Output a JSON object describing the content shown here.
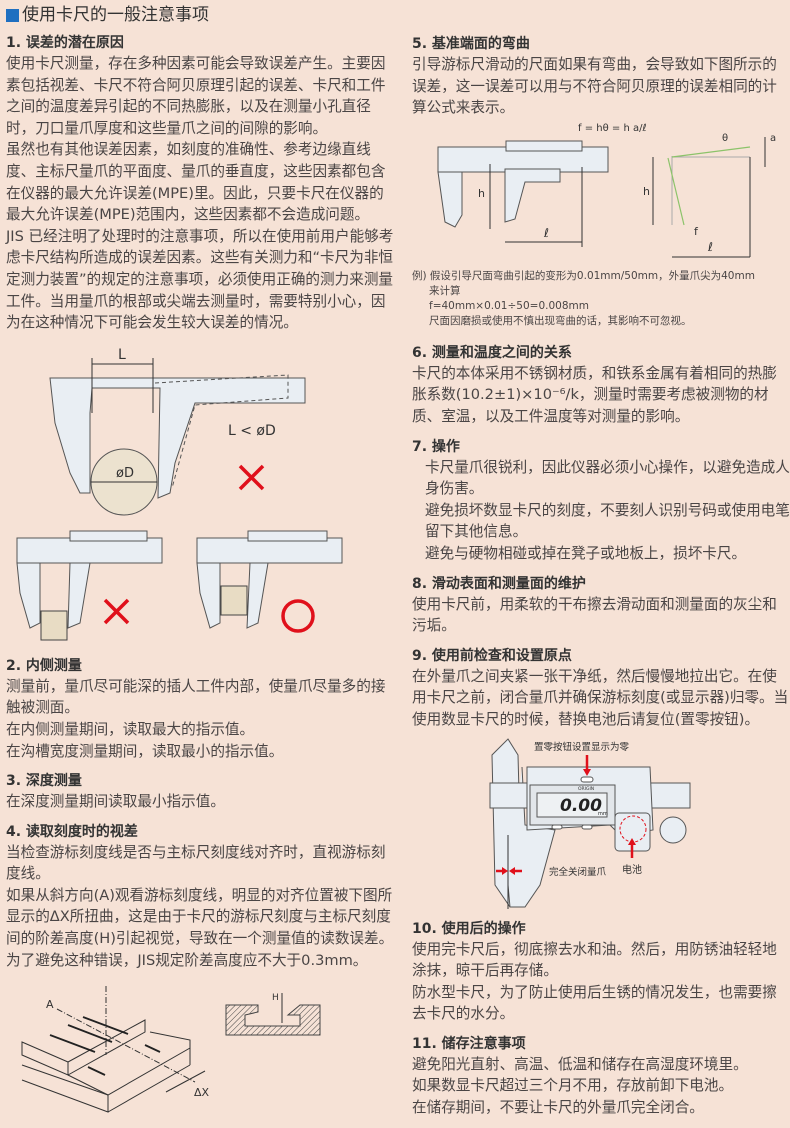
{
  "title": "使用卡尺的一般注意事项",
  "colors": {
    "accent": "#1f6fc0",
    "background": "#f6e2d6",
    "warning_red": "#e0101b",
    "green_line": "#8cc36a"
  },
  "sections": {
    "s1": {
      "heading": "1. 误差的潜在原因",
      "paragraphs": [
        "使用卡尺测量，存在多种因素可能会导致误差产生。主要因素包括视差、卡尺不符合阿贝原理引起的误差、卡尺和工件之间的温度差异引起的不同热膨胀，以及在测量小孔直径时，刀口量爪厚度和这些量爪之间的间隙的影响。",
        "虽然也有其他误差因素，如刻度的准确性、参考边缘直线度、主标尺量爪的平面度、量爪的垂直度，这些因素都包含在仪器的最大允许误差(MPE)里。因此，只要卡尺在仪器的最大允许误差(MPE)范围内，这些因素都不会造成问题。",
        "JIS 已经注明了处理时的注意事项，所以在使用前用户能够考虑卡尺结构所造成的误差因素。这些有关测力和“卡尺为非恒定测力装置”的规定的注意事项，必须使用正确的测力来测量工件。当用量爪的根部或尖端去测量时，需要特别小心，因为在这种情况下可能会发生较大误差的情况。"
      ],
      "figure": {
        "label_L": "L",
        "label_D": "øD",
        "label_cond": "L < øD"
      }
    },
    "s2": {
      "heading": "2. 内侧测量",
      "paragraphs": [
        "测量前，量爪尽可能深的插人工件内部，使量爪尽量多的接触被测面。",
        "在内侧测量期间，读取最大的指示值。",
        "在沟槽宽度测量期间，读取最小的指示值。"
      ]
    },
    "s3": {
      "heading": "3. 深度测量",
      "paragraphs": [
        "在深度测量期间读取最小指示值。"
      ]
    },
    "s4": {
      "heading": "4. 读取刻度时的视差",
      "paragraphs": [
        "当检查游标刻度线是否与主标尺刻度线对齐时，直视游标刻度线。",
        "如果从斜方向(A)观看游标刻度线，明显的对齐位置被下图所显示的ΔX所扭曲，这是由于卡尺的游标尺刻度与主标尺刻度间的阶差高度(H)引起视觉，导致在一个测量值的读数误差。为了避免这种错误，JIS规定阶差高度应不大于0.3mm。"
      ],
      "figure": {
        "label_A": "A",
        "label_dx": "ΔX",
        "label_H": "H"
      }
    },
    "s5": {
      "heading": "5. 基准端面的弯曲",
      "paragraphs": [
        "引导游标尺滑动的尺面如果有弯曲，会导致如下图所示的误差，这一误差可以用与不符合阿贝原理的误差相同的计算公式来表示。"
      ],
      "figure": {
        "formula": "f = hθ = h a/ℓ",
        "label_h": "h",
        "label_l": "ℓ",
        "label_theta": "θ",
        "label_a": "a",
        "label_f": "f"
      },
      "example": [
        "例) 假设引导尺面弯曲引起的变形为0.01mm/50mm，外量爪尖为40mm",
        "来计算",
        "f=40mm×0.01÷50=0.008mm",
        "尺面因磨损或使用不慎出现弯曲的话，其影响不可忽视。"
      ]
    },
    "s6": {
      "heading": "6. 测量和温度之间的关系",
      "paragraphs": [
        "卡尺的本体采用不锈钢材质，和铁系金属有着相同的热膨胀系数(10.2±1)×10⁻⁶/k，测量时需要考虑被测物的材质、室温，以及工件温度等对测量的影响。"
      ]
    },
    "s7": {
      "heading": "7. 操作",
      "paragraphs": [
        "卡尺量爪很锐利，因此仪器必须小心操作，以避免造成人身伤害。",
        "避免损坏数显卡尺的刻度，不要刻人识别号码或使用电笔留下其他信息。",
        "避免与硬物相碰或掉在凳子或地板上，损坏卡尺。"
      ]
    },
    "s8": {
      "heading": "8. 滑动表面和测量面的维护",
      "paragraphs": [
        "使用卡尺前，用柔软的干布擦去滑动面和测量面的灰尘和污垢。"
      ]
    },
    "s9": {
      "heading": "9. 使用前检查和设置原点",
      "paragraphs": [
        "在外量爪之间夹紧一张干净纸，然后慢慢地拉出它。在使用卡尺之前，闭合量爪并确保游标刻度(或显示器)归零。当使用数显卡尺的时候，替换电池后请复位(置零按钮)。"
      ],
      "figure": {
        "label_origin_btn": "置零按钮设置显示为零",
        "origin_text": "ORIGIN",
        "display": "0.00",
        "unit": "mm",
        "label_close": "完全关闭量爪",
        "label_battery": "电池"
      }
    },
    "s10": {
      "heading": "10. 使用后的操作",
      "paragraphs": [
        "使用完卡尺后，彻底擦去水和油。然后，用防锈油轻轻地涂抹，晾干后再存储。",
        "防水型卡尺，为了防止使用后生锈的情况发生，也需要擦去卡尺的水分。"
      ]
    },
    "s11": {
      "heading": "11. 储存注意事项",
      "paragraphs": [
        "避免阳光直射、高温、低温和储存在高湿度环境里。",
        "如果数显卡尺超过三个月不用，存放前卸下电池。",
        "在储存期间，不要让卡尺的外量爪完全闭合。"
      ]
    }
  }
}
